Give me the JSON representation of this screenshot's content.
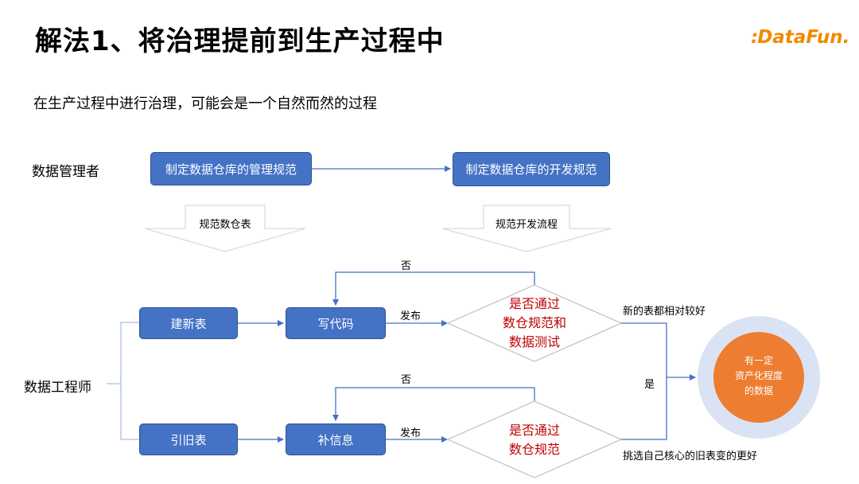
{
  "header": {
    "title": "解法1、将治理提前到生产过程中",
    "logo_mark": ":",
    "logo_text": "DataFun."
  },
  "subtitle": "在生产过程中进行治理，可能会是一个自然而然的过程",
  "roles": {
    "data_manager": "数据管理者",
    "data_engineer": "数据工程师"
  },
  "manager_flow": {
    "box1": "制定数据仓库的管理规范",
    "box2": "制定数据仓库的开发规范",
    "arrow1_label": "规范数仓表",
    "arrow2_label": "规范开发流程"
  },
  "engineer_flow": {
    "new_table": "建新表",
    "write_code": "写代码",
    "old_table": "引旧表",
    "fill_info": "补信息",
    "publish_top": "发布",
    "publish_bottom": "发布",
    "no_top": "否",
    "no_bottom": "否",
    "yes": "是",
    "decision_top": [
      "是否通过",
      "数仓规范和",
      "数据测试"
    ],
    "decision_bottom": [
      "是否通过",
      "数仓规范"
    ],
    "result_top": "新的表都相对较好",
    "result_bottom": "挑选自己核心的旧表变的更好"
  },
  "outcome": [
    "有一定",
    "资产化程度",
    "的数据"
  ],
  "colors": {
    "box_fill": "#4472c4",
    "decision_text": "#c00000",
    "outcome_outer": "#dae3f3",
    "outcome_inner": "#ed7d31",
    "logo": "#f08a00"
  }
}
